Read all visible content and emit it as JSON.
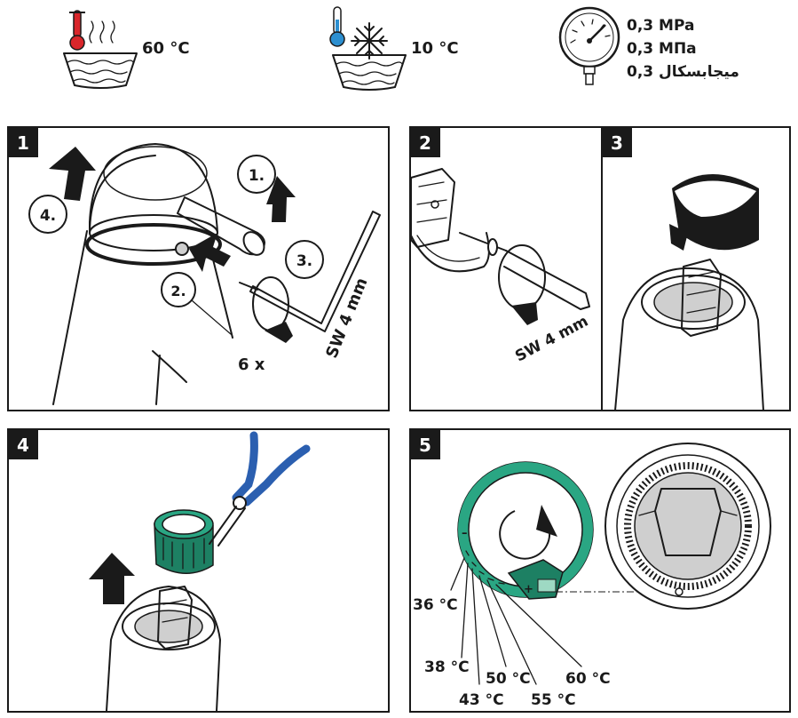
{
  "specs": {
    "hot_temp": "60 °C",
    "cold_temp": "10 °C",
    "pressure_mpa": "0,3 MPa",
    "pressure_mpa_cyr": "0,3 МПа",
    "pressure_ar": "0,3 میجابسکال"
  },
  "steps": [
    {
      "number": "1",
      "callouts": [
        "1.",
        "2.",
        "3.",
        "4."
      ],
      "tool": "SW 4 mm",
      "count": "6 x"
    },
    {
      "number": "2",
      "tool": "SW 4 mm"
    },
    {
      "number": "3"
    },
    {
      "number": "4"
    },
    {
      "number": "5",
      "temps": [
        "36 °C",
        "38 °C",
        "43 °C",
        "50 °C",
        "55 °C",
        "60 °C"
      ]
    }
  ],
  "colors": {
    "hot": "#d9262b",
    "cold": "#2c8fd0",
    "ring_green": "#2aa683",
    "pliers_blue": "#2b5fb0",
    "ink": "#1a1a1a"
  },
  "icons": [
    "thermometer-hot-icon",
    "steam-icon",
    "thermometer-cold-icon",
    "snowflake-icon",
    "pressure-gauge-icon",
    "rotate-icon",
    "arrow-up-icon"
  ]
}
